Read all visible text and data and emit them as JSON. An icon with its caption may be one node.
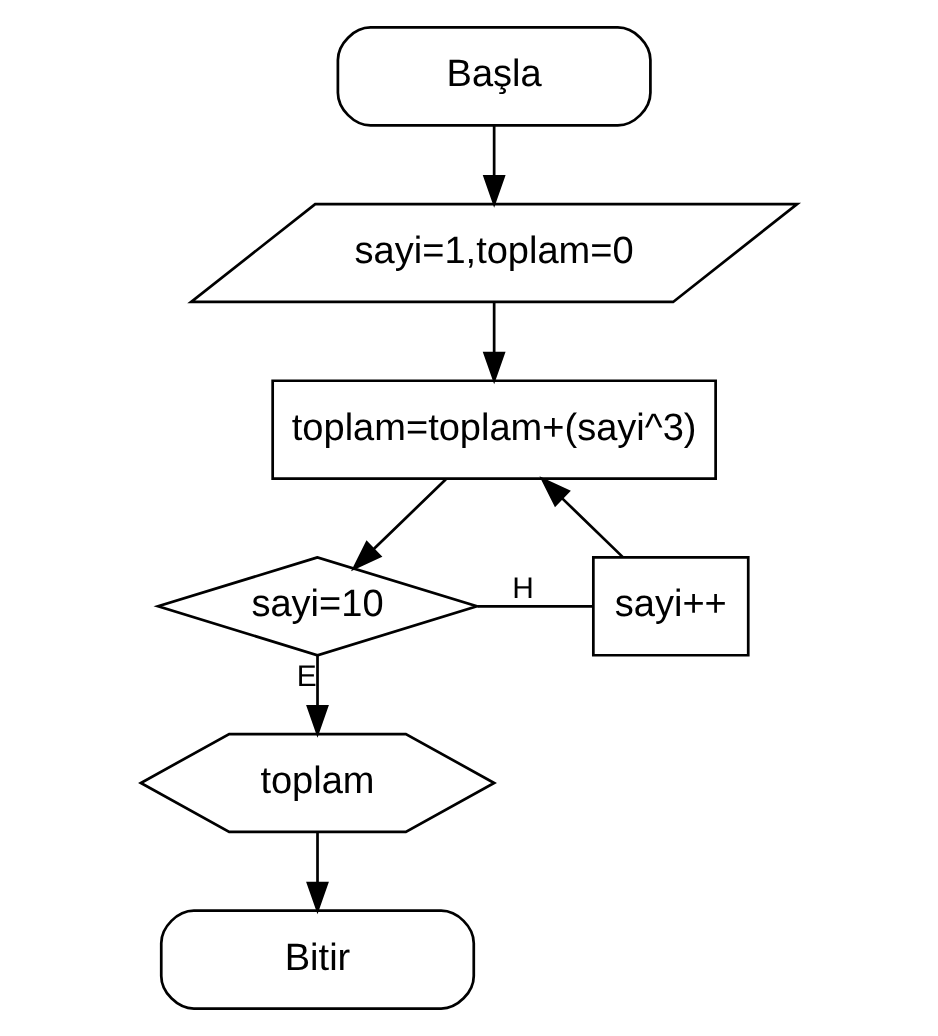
{
  "diagram": {
    "nodes": [
      {
        "text": [
          "Başla"
        ]
      },
      {
        "text": [
          "sayi=1,toplam=0"
        ]
      },
      {
        "text": [
          "toplam=toplam+(sayi^3)"
        ]
      },
      {
        "text": [
          "sayi=10"
        ]
      },
      {
        "text": [
          "sayi++"
        ]
      },
      {
        "text": [
          "toplam"
        ]
      },
      {
        "text": [
          "Bitir"
        ]
      }
    ],
    "edges": [
      {
        "from": 0,
        "to": 1,
        "arrow": "to"
      },
      {
        "from": 1,
        "to": 2,
        "arrow": "to"
      },
      {
        "from": 2,
        "to": 3,
        "arrow": "to"
      },
      {
        "from": 3,
        "to": 4,
        "arrow": "none",
        "label": "H"
      },
      {
        "from": 4,
        "to": 2,
        "arrow": "to"
      },
      {
        "from": 3,
        "to": 5,
        "arrow": "to",
        "label": "E"
      },
      {
        "from": 5,
        "to": 6,
        "arrow": "to"
      }
    ]
  }
}
